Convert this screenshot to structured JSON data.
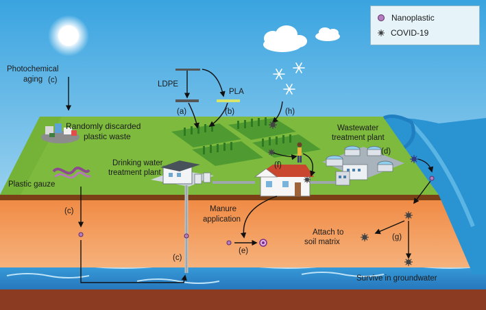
{
  "legend": {
    "nanoplastic": "Nanoplastic",
    "covid": "COVID-19"
  },
  "labels": {
    "photochemical": "Photochemical",
    "aging": "aging",
    "c_aging": "(c)",
    "ldpe": "LDPE",
    "pla": "PLA",
    "a": "(a)",
    "b": "(b)",
    "h": "(h)",
    "waste1": "Randomly discarded",
    "waste2": "plastic waste",
    "wwtp1": "Wastewater",
    "wwtp2": "treatment plant",
    "d": "(d)",
    "dwtp1": "Drinking water",
    "dwtp2": "treatment plant",
    "f": "(f)",
    "gauze": "Plastic gauze",
    "c_left": "(c)",
    "c_pipe": "(c)",
    "manure1": "Manure",
    "manure2": "application",
    "e": "(e)",
    "attach1": "Attach to",
    "attach2": "soil matrix",
    "g": "(g)",
    "survive": "Survive in groundwater"
  },
  "colors": {
    "sky": "#56b7e6",
    "grass": "#7dba3e",
    "soil": "#f3a05f",
    "water": "#2f8fd0",
    "bedrock": "#8b3b22",
    "nanoplastic": "#b57cc0"
  }
}
